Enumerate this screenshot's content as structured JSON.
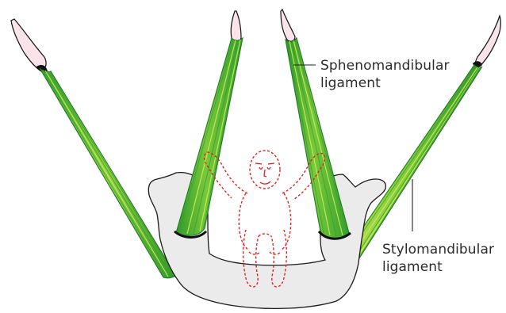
{
  "labels": {
    "sphenomandibular": {
      "line1": "Sphenomandibular",
      "line2": "ligament"
    },
    "stylomandibular": {
      "line1": "Stylomandibular",
      "line2": "ligament"
    }
  },
  "colors": {
    "ligament_dark": "#2f9a2a",
    "ligament_light": "#b7e34a",
    "jaw_fill": "#ebebeb",
    "tissue_pink": "#fbe3ea",
    "figure_red": "#e02020"
  },
  "icons": {
    "figure": "dashed-human-figure"
  }
}
